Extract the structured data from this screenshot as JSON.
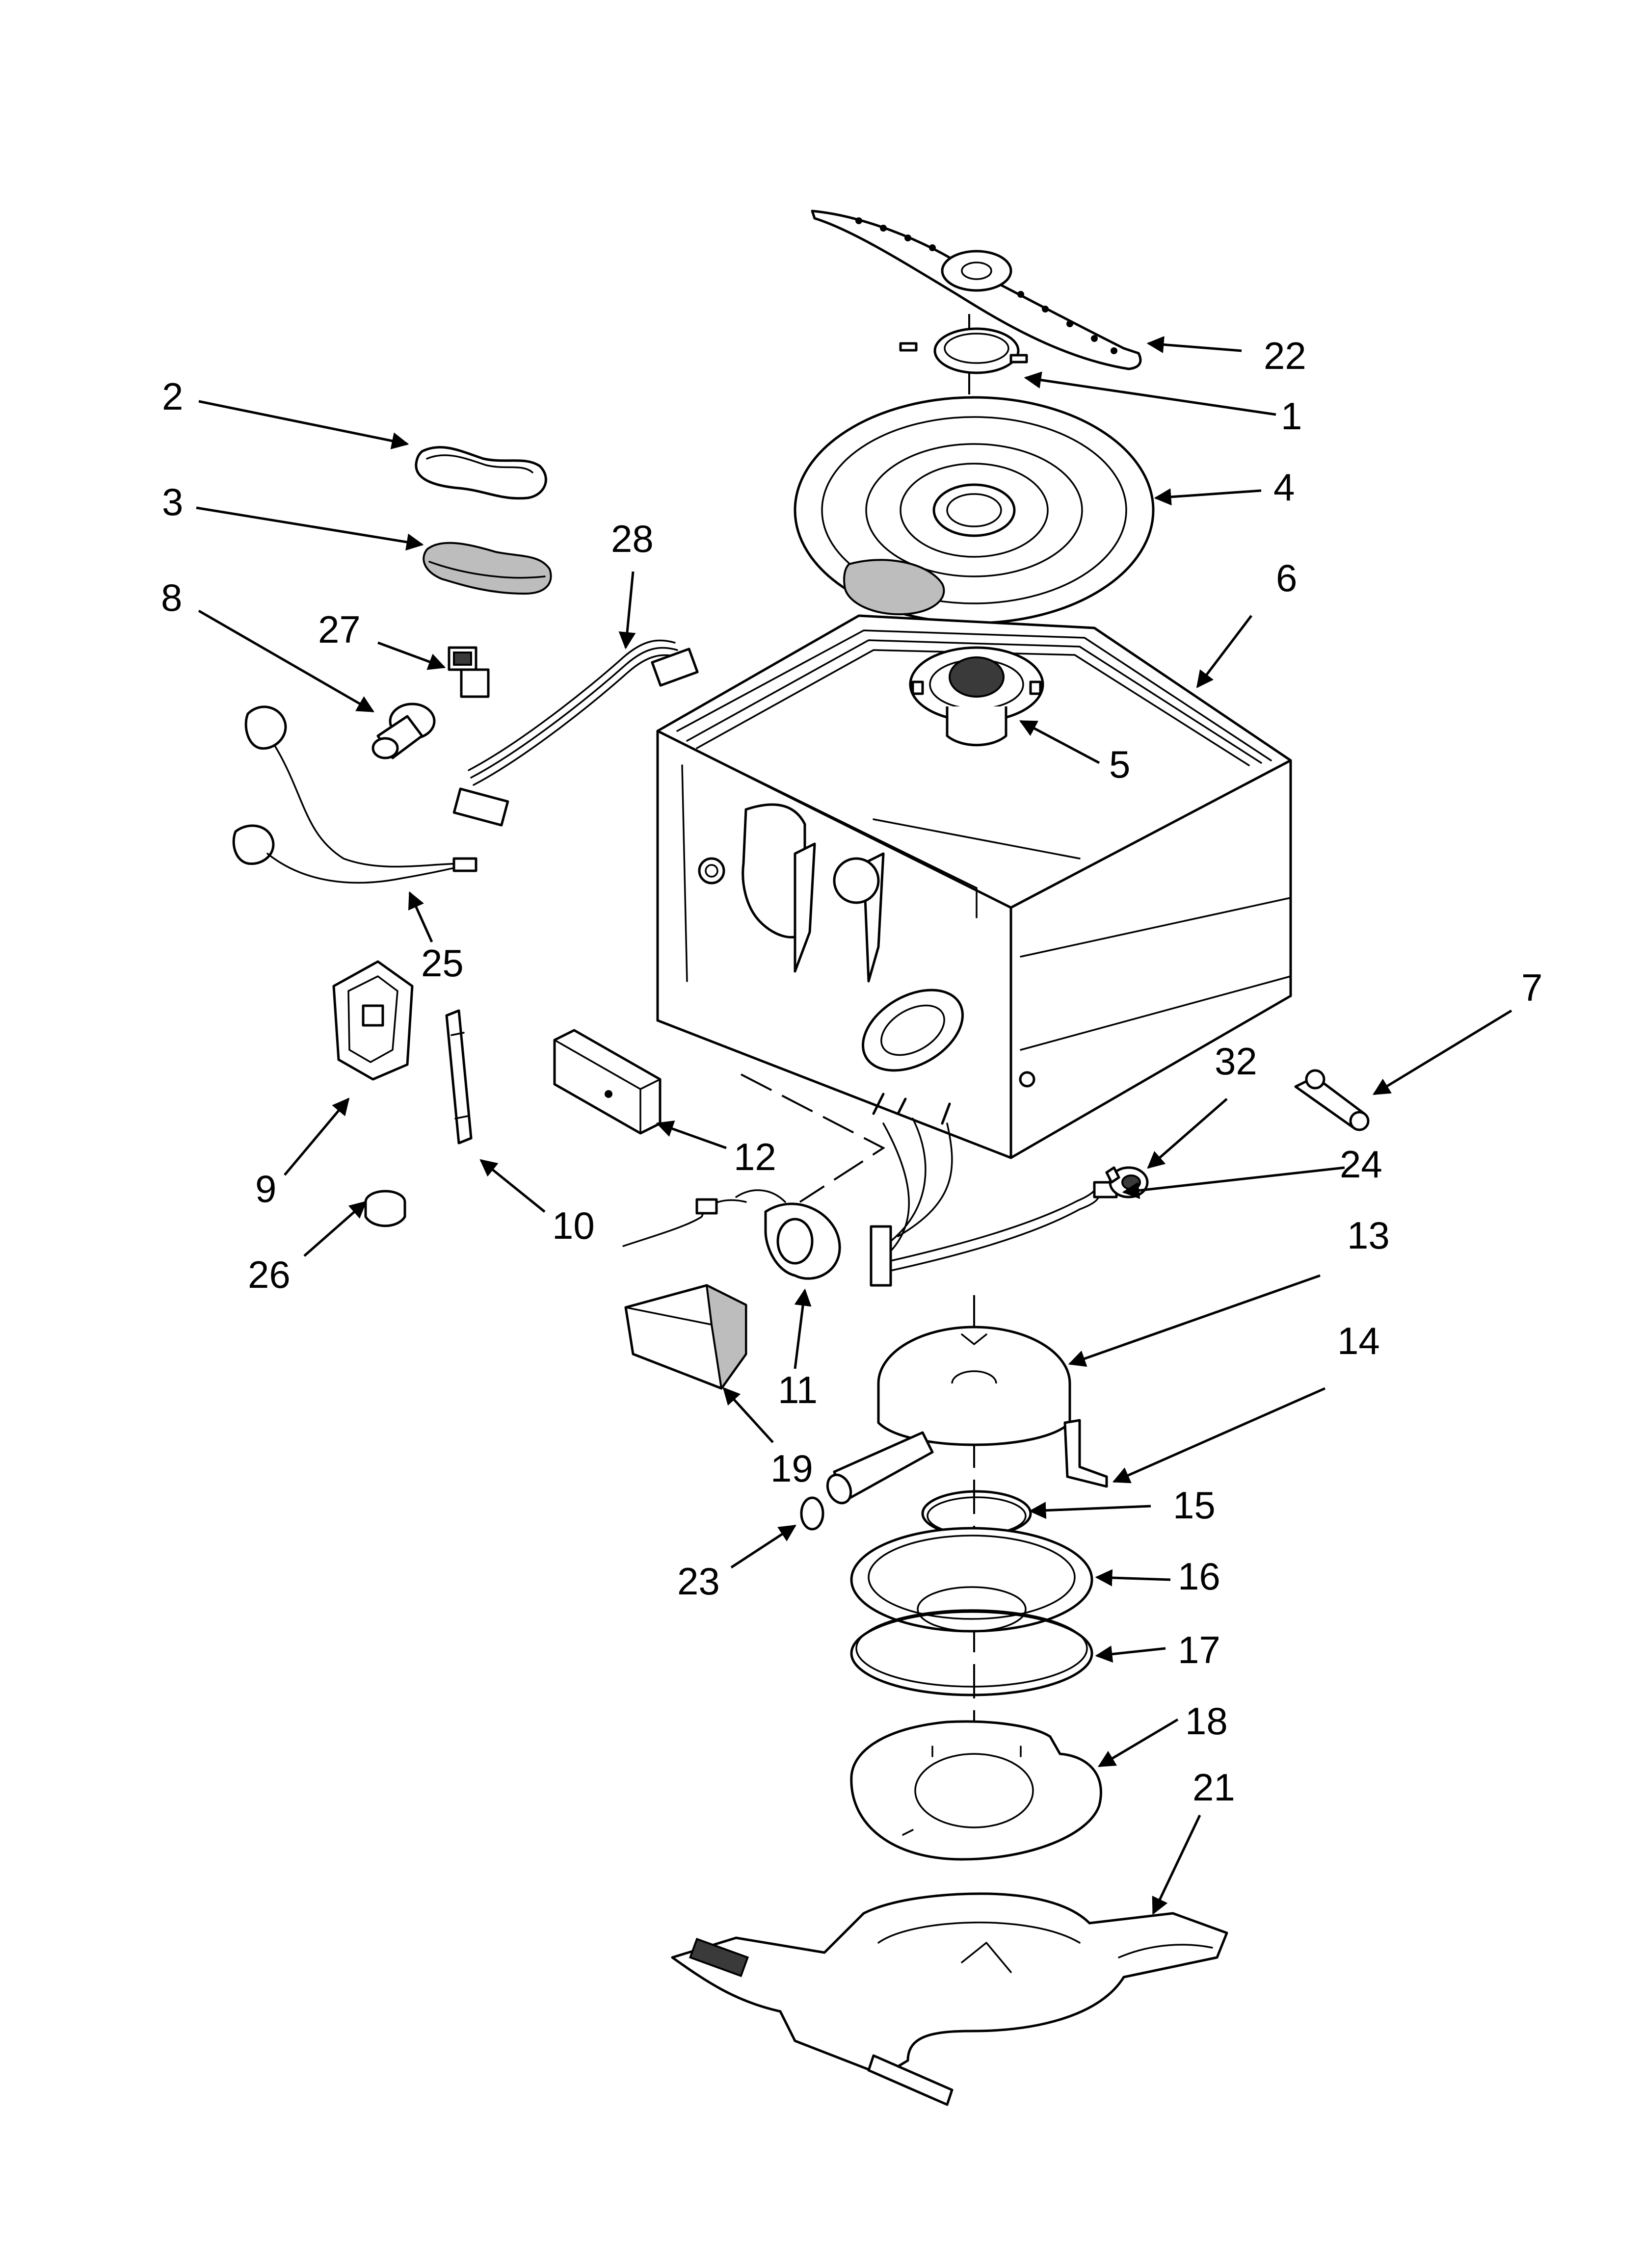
{
  "callouts": {
    "c1": "1",
    "c2": "2",
    "c3": "3",
    "c4": "4",
    "c5": "5",
    "c6": "6",
    "c7": "7",
    "c8": "8",
    "c9": "9",
    "c10": "10",
    "c11": "11",
    "c12": "12",
    "c13": "13",
    "c14": "14",
    "c15": "15",
    "c16": "16",
    "c17": "17",
    "c18": "18",
    "c19": "19",
    "c21": "21",
    "c22": "22",
    "c23": "23",
    "c24": "24",
    "c25": "25",
    "c26": "26",
    "c27": "27",
    "c28": "28",
    "c32": "32"
  }
}
